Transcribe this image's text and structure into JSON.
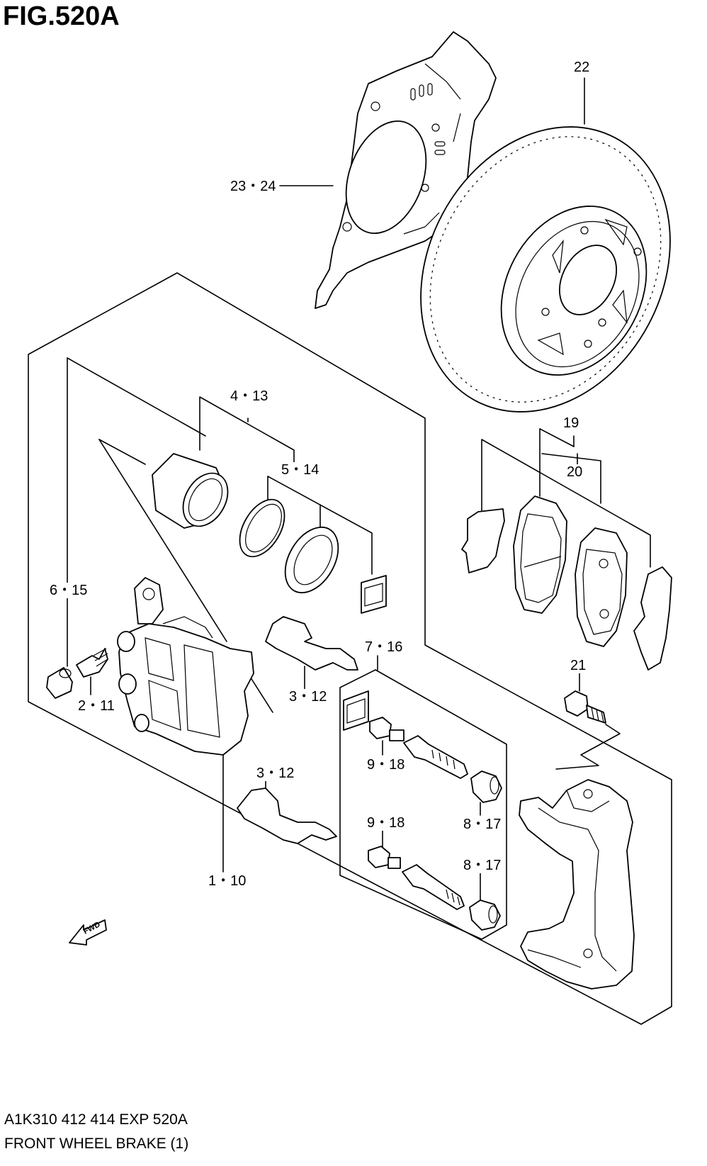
{
  "figure": {
    "title": "FIG.520A"
  },
  "callouts": {
    "c22": "22",
    "c23_24": "23・24",
    "c4_13": "4・13",
    "c5_14": "5・14",
    "c19": "19",
    "c20": "20",
    "c6_15": "6・15",
    "c7_16": "7・16",
    "c21": "21",
    "c2_11": "2・11",
    "c3_12_a": "3・12",
    "c3_12_b": "3・12",
    "c9_18_a": "9・18",
    "c9_18_b": "9・18",
    "c8_17_a": "8・17",
    "c8_17_b": "8・17",
    "c1_10": "1・10"
  },
  "fwd_label": "FWD",
  "footer": {
    "model_line": "A1K310 412 414 EXP 520A",
    "description": "FRONT WHEEL BRAKE (1)"
  },
  "parts": [
    "brake-disc",
    "disc-dust-cover",
    "caliper-piston",
    "piston-seal",
    "piston-boot",
    "seal-kit-card",
    "brake-pad-shim-outer",
    "brake-pad-outer",
    "brake-pad-inner",
    "brake-pad-shim-inner",
    "bleeder-cap",
    "bleeder-plug",
    "caliper-body",
    "pad-clip-upper",
    "pad-clip-lower",
    "guide-pin-kit-card",
    "caliper-pin-bolt",
    "caliper-guide-pin",
    "pin-boot",
    "carrier-bolt",
    "caliper-carrier"
  ]
}
